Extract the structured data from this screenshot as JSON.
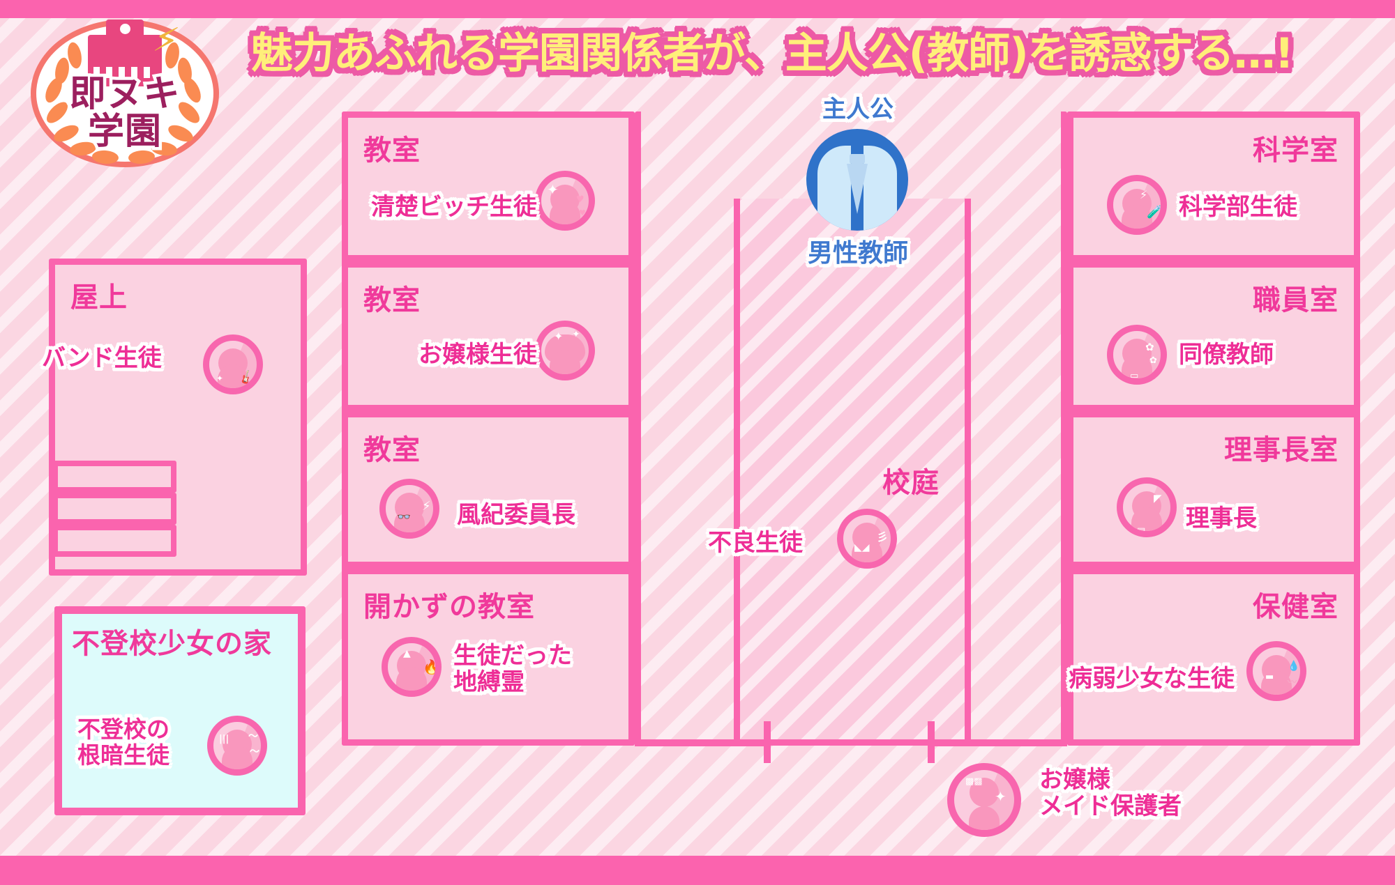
{
  "header": {
    "title": "魅力あふれる学園関係者が、主人公(教師)を誘惑する…!",
    "logo_line1": "即ヌキ",
    "logo_line2": "学園",
    "logo_icons": [
      "school-building-icon",
      "clock-icon",
      "lightning-bolt-icon",
      "laurel-wreath-icon"
    ]
  },
  "colors": {
    "accent_pink": "#fa64ae",
    "title_yellow": "#ffef7a",
    "title_outline": "#ed5aa5",
    "room_fill": "#fbd2e1",
    "label_pink": "#ee2e96",
    "room_title_pink": "#f0399b",
    "protagonist_blue": "#2f72c9",
    "house_cyan": "#ddfbfb"
  },
  "rooms": {
    "rooftop": {
      "title": "屋上",
      "character": "バンド生徒",
      "icon": "band-student-icon"
    },
    "classroom1": {
      "title": "教室",
      "character": "清楚ビッチ生徒",
      "icon": "pure-bitch-student-icon"
    },
    "classroom2": {
      "title": "教室",
      "character": "お嬢様生徒",
      "icon": "ojou-student-icon"
    },
    "classroom3": {
      "title": "教室",
      "character": "風紀委員長",
      "icon": "prefect-student-icon"
    },
    "sealed_classroom": {
      "title": "開かずの教室",
      "character": "生徒だった\n地縛霊",
      "icon": "ghost-student-icon"
    },
    "science_room": {
      "title": "科学室",
      "character": "科学部生徒",
      "icon": "science-club-student-icon"
    },
    "staff_room": {
      "title": "職員室",
      "character": "同僚教師",
      "icon": "colleague-teacher-icon"
    },
    "chairman_room": {
      "title": "理事長室",
      "character": "理事長",
      "icon": "chairman-icon"
    },
    "nurse_room": {
      "title": "保健室",
      "character": "病弱少女な生徒",
      "icon": "sickly-girl-student-icon"
    },
    "schoolyard": {
      "title": "校庭",
      "character": "不良生徒",
      "icon": "delinquent-student-icon"
    },
    "truant_house": {
      "title": "不登校少女の家",
      "character": "不登校の\n根暗生徒",
      "icon": "truant-gloomy-student-icon"
    }
  },
  "protagonist": {
    "badge": "主人公",
    "name": "男性教師",
    "icon": "male-teacher-suit-tie-icon"
  },
  "maid": {
    "name": "お嬢様\nメイド保護者",
    "icon": "maid-guardian-icon"
  }
}
